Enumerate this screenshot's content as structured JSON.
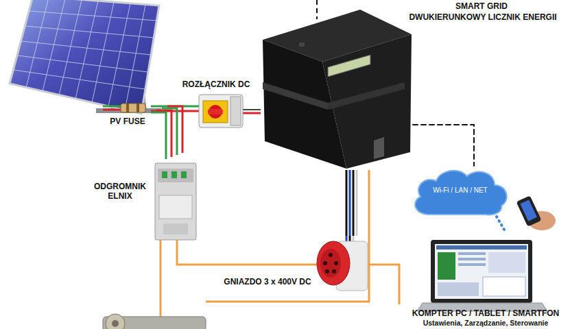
{
  "diagram": {
    "nodes": [
      {
        "text": [
          "PV FUSE"
        ]
      },
      {
        "text": [
          "ROZŁĄCZNIK DC"
        ]
      },
      {
        "text": [
          "ODGROMNIK ELNIX"
        ]
      },
      {
        "text": [
          "SMART GRID",
          "DWUKIERUNKOWY LICZNIK ENERGII"
        ]
      },
      {
        "text": [
          "GNIAZDO 3 x 400V DC"
        ]
      },
      {
        "text": [
          "Wi-Fi / LAN / NET"
        ]
      },
      {
        "text": [
          "KOMPTER PC / TABLET / SMARTFON",
          "Ustawienia, Zarządzanie, Sterowanie"
        ]
      }
    ],
    "edges": [
      {
        "from": 0,
        "to": 1,
        "arrow": "none"
      },
      {
        "from": 1,
        "to": 3,
        "arrow": "none"
      },
      {
        "from": 0,
        "to": 2,
        "arrow": "none"
      },
      {
        "from": 3,
        "to": 4,
        "arrow": "none"
      },
      {
        "from": 3,
        "to": 5,
        "arrow": "none"
      },
      {
        "from": 5,
        "to": 6,
        "arrow": "none"
      }
    ]
  }
}
